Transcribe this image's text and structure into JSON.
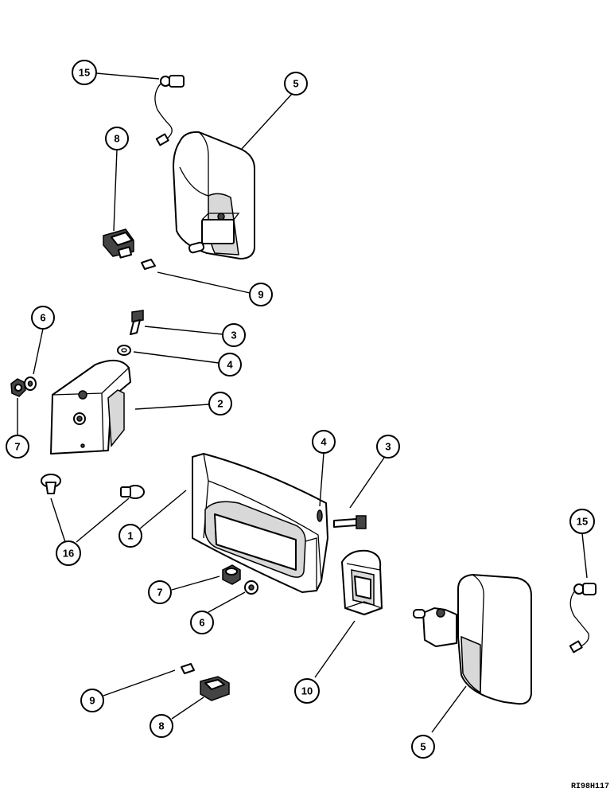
{
  "reference_code": "RI98H117",
  "callouts": [
    {
      "id": "c15a",
      "label": "15"
    },
    {
      "id": "c5a",
      "label": "5"
    },
    {
      "id": "c8a",
      "label": "8"
    },
    {
      "id": "c9a",
      "label": "9"
    },
    {
      "id": "c6a",
      "label": "6"
    },
    {
      "id": "c3a",
      "label": "3"
    },
    {
      "id": "c4a",
      "label": "4"
    },
    {
      "id": "c2",
      "label": "2"
    },
    {
      "id": "c7a",
      "label": "7"
    },
    {
      "id": "c4b",
      "label": "4"
    },
    {
      "id": "c3b",
      "label": "3"
    },
    {
      "id": "c1",
      "label": "1"
    },
    {
      "id": "c16",
      "label": "16"
    },
    {
      "id": "c15b",
      "label": "15"
    },
    {
      "id": "c7b",
      "label": "7"
    },
    {
      "id": "c6b",
      "label": "6"
    },
    {
      "id": "c10",
      "label": "10"
    },
    {
      "id": "c9b",
      "label": "9"
    },
    {
      "id": "c8b",
      "label": "8"
    },
    {
      "id": "c5b",
      "label": "5"
    }
  ]
}
